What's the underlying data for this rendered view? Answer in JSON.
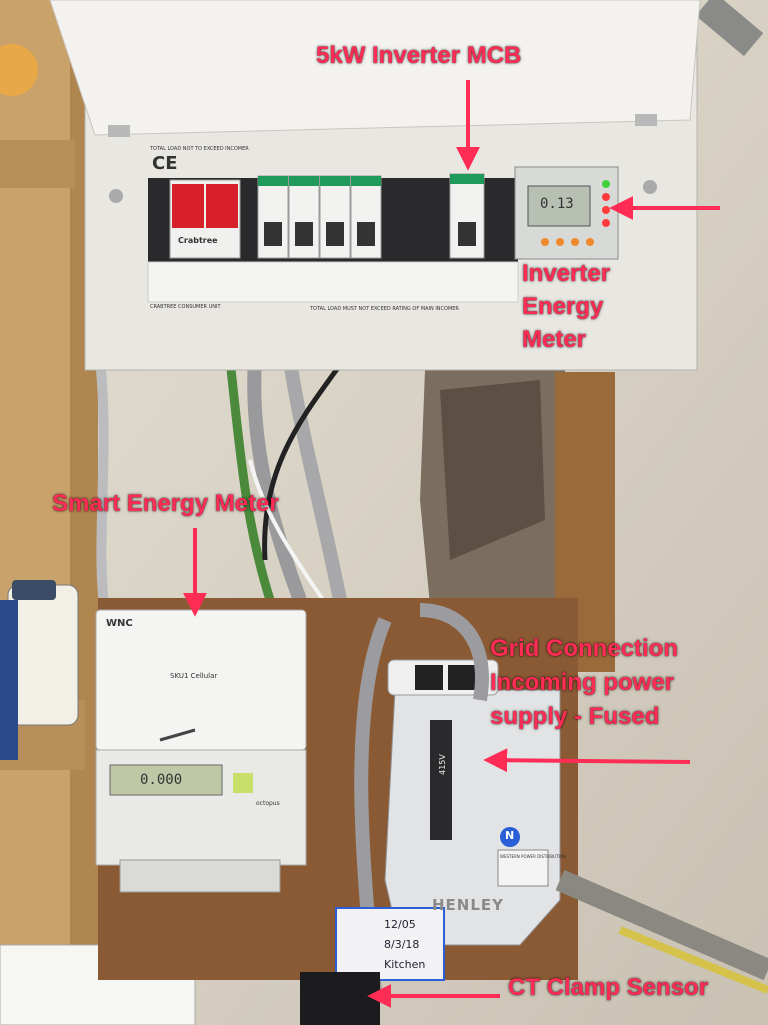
{
  "annotations": {
    "inverter_mcb": "5kW Inverter MCB",
    "inverter_meter_line1": "Inverter",
    "inverter_meter_line2": "Energy",
    "inverter_meter_line3": "Meter",
    "smart_meter": "Smart Energy Meter",
    "grid_line1": "Grid Connection",
    "grid_line2": "Incoming power",
    "grid_line3": "supply - Fused",
    "ct_clamp": "CT Clamp Sensor"
  },
  "printed_text": {
    "consumer_unit_brand": "Crabtree",
    "consumer_unit_label": "TOTAL LOAD NOT TO EXCEED INCOMER",
    "consumer_unit_footer": "TOTAL LOAD MUST NOT EXCEED RATING OF MAIN INCOMER",
    "consumer_unit_model": "CRABTREE CONSUMER UNIT",
    "ce_mark": "CE",
    "meter_brand": "WNC",
    "meter_model": "SKU1 Cellular",
    "meter_lcd": "0.000",
    "meter_brand2": "octopus",
    "cutout_brand": "HENLEY",
    "cutout_label": "WESTERN POWER DISTRIBUTION",
    "cutout_rating": "415V",
    "neutral_mark": "N",
    "inverter_meter_lcd": "0.13",
    "tag_handwriting_1": "12/05",
    "tag_handwriting_2": "8/3/18",
    "tag_handwriting_3": "Kitchen"
  },
  "colors": {
    "annotation": "#ff2d55",
    "wall": "#d8d2c6",
    "board": "#8a5a34",
    "enclosure": "#e8e6e0",
    "mcb_green": "#1f9a5a",
    "isolator_red": "#d8202a"
  }
}
